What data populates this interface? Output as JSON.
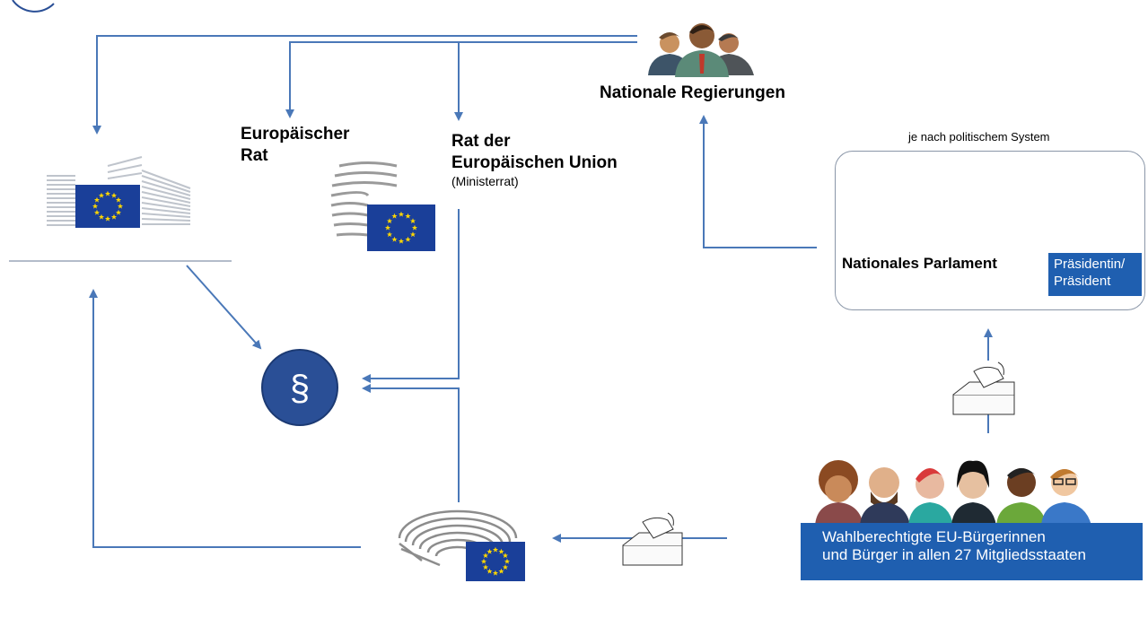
{
  "labels": {
    "national_governments": "Nationale Regierungen",
    "european_council_line1": "Europäischer",
    "european_council_line2": "Rat",
    "council_eu_line1": "Rat der",
    "council_eu_line2": "Europäischen Union",
    "council_eu_sub": "(Ministerrat)",
    "political_system_note": "je nach politischem System",
    "national_parliament": "Nationales Parlament",
    "president_line1": "Präsidentin/",
    "president_line2": "Präsident",
    "citizens_line1": "Wahlberechtigte EU-Bürgerinnen",
    "citizens_line2": "und Bürger in allen 27 Mitgliedsstaaten",
    "law_symbol": "§"
  },
  "colors": {
    "arrow": "#4a78b8",
    "eu_blue": "#1a3f99",
    "eu_star": "#ffd700",
    "box_blue": "#1f5fb0",
    "law_circle": "#2a4f96"
  },
  "icons": [
    "european-commission-building-icon",
    "european-council-building-icon",
    "european-parliament-hemicycle-icon",
    "law-paragraph-icon",
    "national-governments-people-icon",
    "parliament-seats-chart-icon",
    "president-couple-icon",
    "ballot-box-icon",
    "citizens-group-icon"
  ]
}
